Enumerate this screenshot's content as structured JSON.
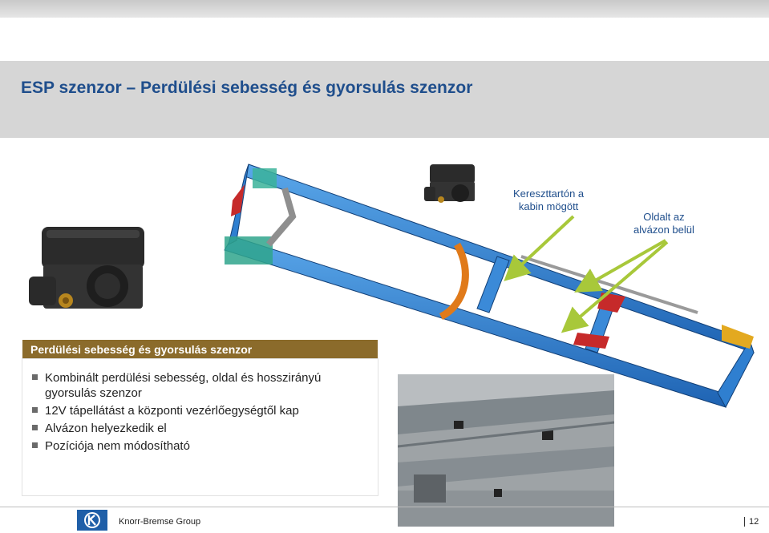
{
  "slide": {
    "title": "ESP szenzor – Perdülési sebesség és gyorsulás szenzor"
  },
  "callouts": {
    "behind_cab": [
      "Kereszttartón a",
      "kabin mögött"
    ],
    "inside_frame": [
      "Oldalt az",
      "alvázon belül"
    ]
  },
  "section": {
    "header": "Perdülési sebesség és gyorsulás szenzor",
    "bullets": [
      "Kombinált perdülési sebesség, oldal és hosszirányú gyorsulás szenzor",
      "12V tápellátást a központi vezérlőegységtől kap",
      "Alvázon helyezkedik el",
      "Pozíciója nem módosítható"
    ]
  },
  "footer": {
    "company": "Knorr-Bremse Group",
    "page_number": "12"
  },
  "colors": {
    "title": "#1f4e8c",
    "section_header_bg": "#8b6b2b",
    "arrow": "#a8c83a",
    "frame_blue": "#2f7fd0",
    "logo_blue": "#1f5fa8"
  },
  "icons": {
    "bullet": "square-bullet-icon",
    "logo": "knorr-bremse-logo-icon"
  }
}
